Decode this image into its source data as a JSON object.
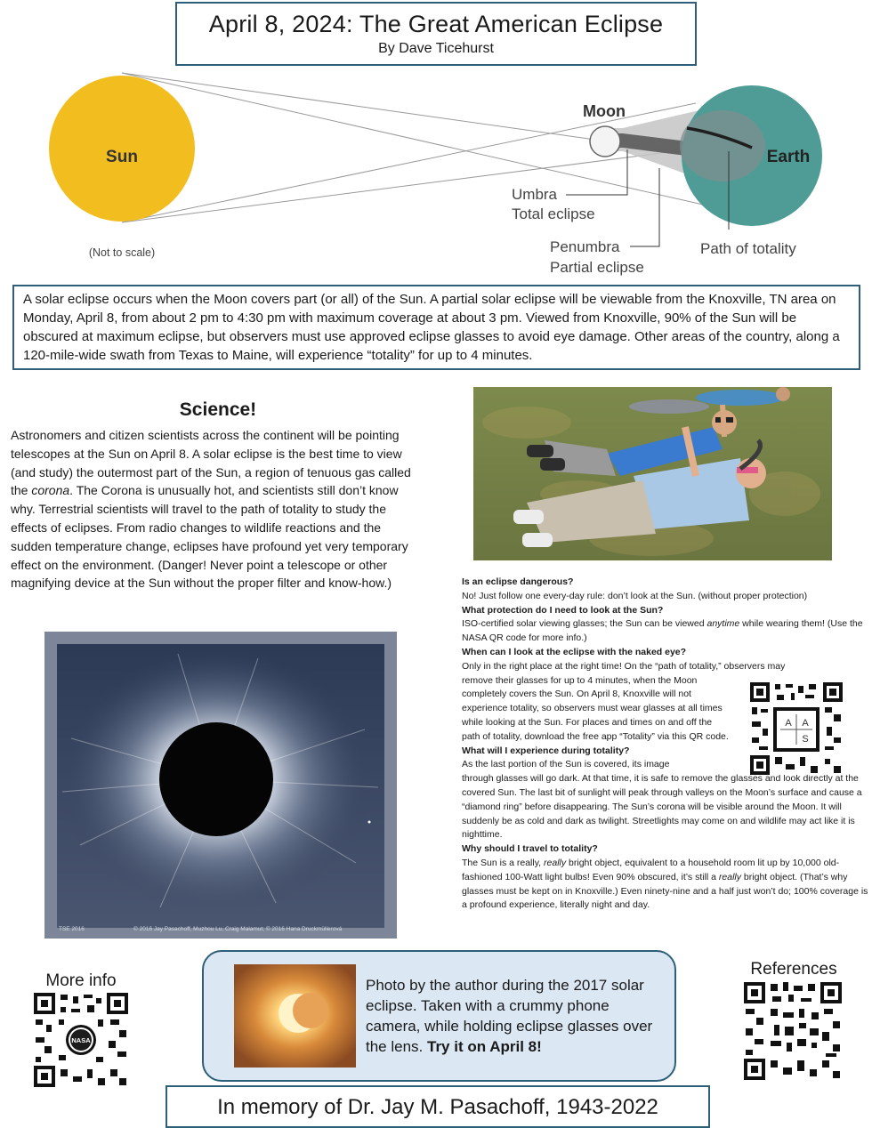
{
  "header": {
    "title": "April 8, 2024: The Great American Eclipse",
    "byline": "By Dave Ticehurst"
  },
  "diagram": {
    "sun_label": "Sun",
    "moon_label": "Moon",
    "earth_label": "Earth",
    "umbra_label": "Umbra",
    "umbra_sub": "Total eclipse",
    "penumbra_label": "Penumbra",
    "penumbra_sub": "Partial eclipse",
    "path_label": "Path of totality",
    "scale_note": "(Not to scale)",
    "colors": {
      "sun": "#f2bd1f",
      "earth": "#4e9c95",
      "shadow": "#8c8c8c",
      "border": "#2e5f7a"
    }
  },
  "intro": {
    "text": "A solar eclipse occurs when the Moon covers part (or all) of the Sun. A partial solar eclipse will be viewable from the Knoxville, TN area on Monday, April 8, from about 2 pm to 4:30 pm with maximum coverage at about 3 pm. Viewed from Knoxville, 90% of the Sun will be obscured at maximum eclipse, but observers must use approved eclipse glasses to avoid eye damage. Other areas of the country, along a 120-mile-wide swath from Texas to Maine, will experience “totality” for up to 4 minutes."
  },
  "science": {
    "heading": "Science!",
    "p1": "Astronomers and citizen scientists across the continent will be pointing telescopes at the Sun on April 8. A solar eclipse is the best time to view (and study) the outermost part of the Sun, a region of tenuous gas called the ",
    "corona_word": "corona",
    "p2": ". The Corona is unusually hot, and scientists still don’t know why. Terrestrial scientists will travel to the path of totality to study the effects of eclipses. From radio changes to wildlife reactions and the sudden temperature change, eclipses have profound yet very temporary effect on the environment. (Danger! Never point a telescope or other magnifying device at the Sun without the proper filter and know-how.)"
  },
  "corona_photo": {
    "label_left": "TSE 2016",
    "credit": "© 2016 Jay Pasachoff, Muzhou Lu, Craig Malamut;  © 2016 Hana Druckmüllerová"
  },
  "faq": {
    "q1": "Is an eclipse dangerous?",
    "a1": "No! Just follow one every-day rule: don’t look at the Sun. (without proper protection)",
    "q2": "What protection do I need to look at the Sun?",
    "a2_pre": "ISO-certified solar viewing glasses; the Sun can be viewed ",
    "a2_em": "anytime",
    "a2_post": " while wearing them! (Use the NASA QR code for more info.)",
    "q3": "When can I look at the eclipse with the naked eye?",
    "a3_full": "Only in the right place at the right time! On the “path of totality,” observers may",
    "a3_rest": "remove their glasses for up to 4 minutes, when the Moon completely covers the Sun. On April 8, Knoxville will not experience totality, so observers must wear glasses at all times while looking at the Sun. For places and times on and off the path of totality, download the free app “Totality” via this QR code.",
    "q4": "What will I experience during totality?",
    "a4_short": "As the last portion of the Sun is covered, its image",
    "a4_rest": "through glasses will go dark. At that time, it is safe to remove the glasses and look directly at the covered Sun. The last bit of sunlight will peak through valleys on the Moon’s surface and cause a “diamond ring” before disappearing. The Sun’s corona will be visible around the Moon. It will suddenly be as cold and dark as twilight. Streetlights may come on and wildlife may act like it is nighttime.",
    "q5": "Why should I travel to totality?",
    "a5_a": "The Sun is a really, ",
    "a5_em1": "really",
    "a5_b": " bright object, equivalent to a household room lit up by 10,000 old-fashioned 100-Watt light bulbs! Even 90% obscured, it’s still a ",
    "a5_em2": "really",
    "a5_c": " bright object. (That’s why glasses must be kept on in Knoxville.) Even ninety-nine and a half just won’t do; 100% coverage is a profound experience, literally night and day."
  },
  "qr": {
    "aas_letters": [
      "A",
      "A",
      "S"
    ],
    "nasa_text": "NASA"
  },
  "more_info_label": "More info",
  "references_label": "References",
  "photo_card": {
    "caption": "Photo by the author during the 2017 solar eclipse. Taken with a crummy phone camera, while holding eclipse glasses over the lens. ",
    "caption_bold": "Try it on April 8!"
  },
  "memorial": "In memory of Dr. Jay M. Pasachoff, 1943-2022"
}
